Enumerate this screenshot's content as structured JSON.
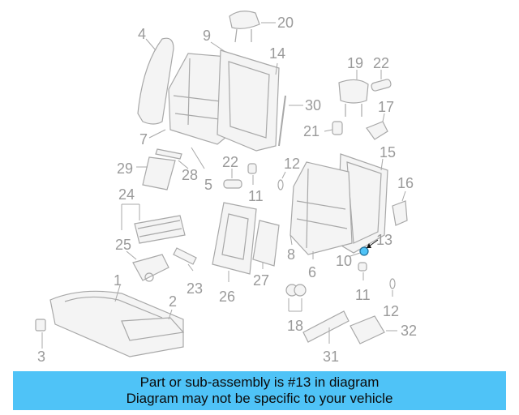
{
  "labels": {
    "l1": "1",
    "l2": "2",
    "l3": "3",
    "l4": "4",
    "l5": "5",
    "l6": "6",
    "l7": "7",
    "l8": "8",
    "l9": "9",
    "l10": "10",
    "l11a": "11",
    "l11b": "11",
    "l12a": "12",
    "l12b": "12",
    "l13": "13",
    "l14": "14",
    "l15": "15",
    "l16": "16",
    "l17": "17",
    "l18": "18",
    "l19": "19",
    "l20": "20",
    "l21": "21",
    "l22a": "22",
    "l22b": "22",
    "l23": "23",
    "l24": "24",
    "l25": "25",
    "l26": "26",
    "l27": "27",
    "l28": "28",
    "l29": "29",
    "l30": "30",
    "l31": "31",
    "l32": "32"
  },
  "highlight_part": "13",
  "highlight_color": "#4fc3f7",
  "banner": {
    "line1": "Part or sub-assembly is #13 in diagram",
    "line2": "Diagram may not be specific to your vehicle",
    "color": "#4fc3f7"
  }
}
